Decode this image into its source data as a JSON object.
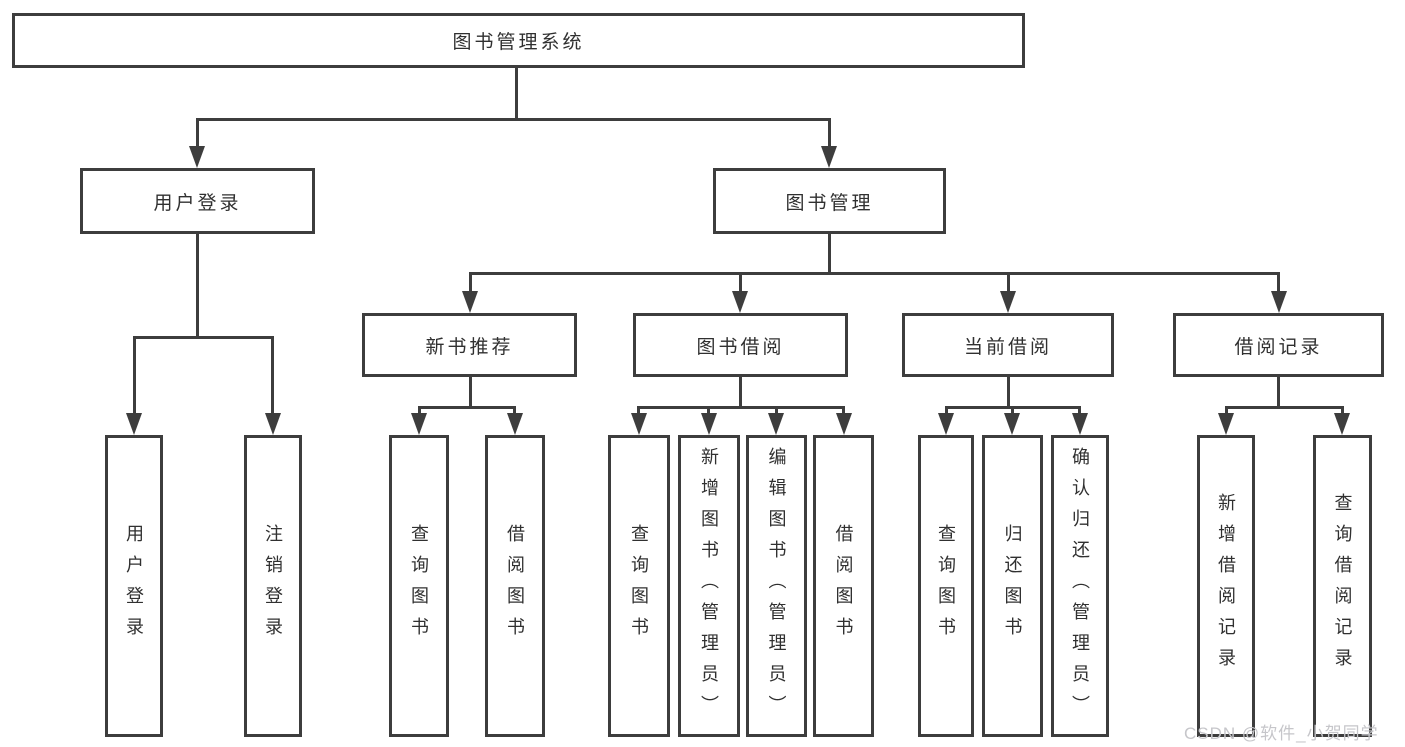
{
  "diagram": {
    "root": {
      "label": "图书管理系统"
    },
    "branches": [
      {
        "label": "用户登录",
        "children": [
          {
            "label": "用户登录"
          },
          {
            "label": "注销登录"
          }
        ]
      },
      {
        "label": "图书管理",
        "children": [
          {
            "label": "新书推荐",
            "children": [
              {
                "label": "查询图书"
              },
              {
                "label": "借阅图书"
              }
            ]
          },
          {
            "label": "图书借阅",
            "children": [
              {
                "label": "查询图书"
              },
              {
                "label": "新增图书（管理员）"
              },
              {
                "label": "编辑图书（管理员）"
              },
              {
                "label": "借阅图书"
              }
            ]
          },
          {
            "label": "当前借阅",
            "children": [
              {
                "label": "查询图书"
              },
              {
                "label": "归还图书"
              },
              {
                "label": "确认归还（管理员）"
              }
            ]
          },
          {
            "label": "借阅记录",
            "children": [
              {
                "label": "新增借阅记录"
              },
              {
                "label": "查询借阅记录"
              }
            ]
          }
        ]
      }
    ]
  },
  "watermark": {
    "text": "CSDN @软件_小贺同学"
  },
  "colors": {
    "line": "#3d3d3d",
    "text": "#303030",
    "watermark": "#c6c6ca",
    "background": "#ffffff"
  }
}
